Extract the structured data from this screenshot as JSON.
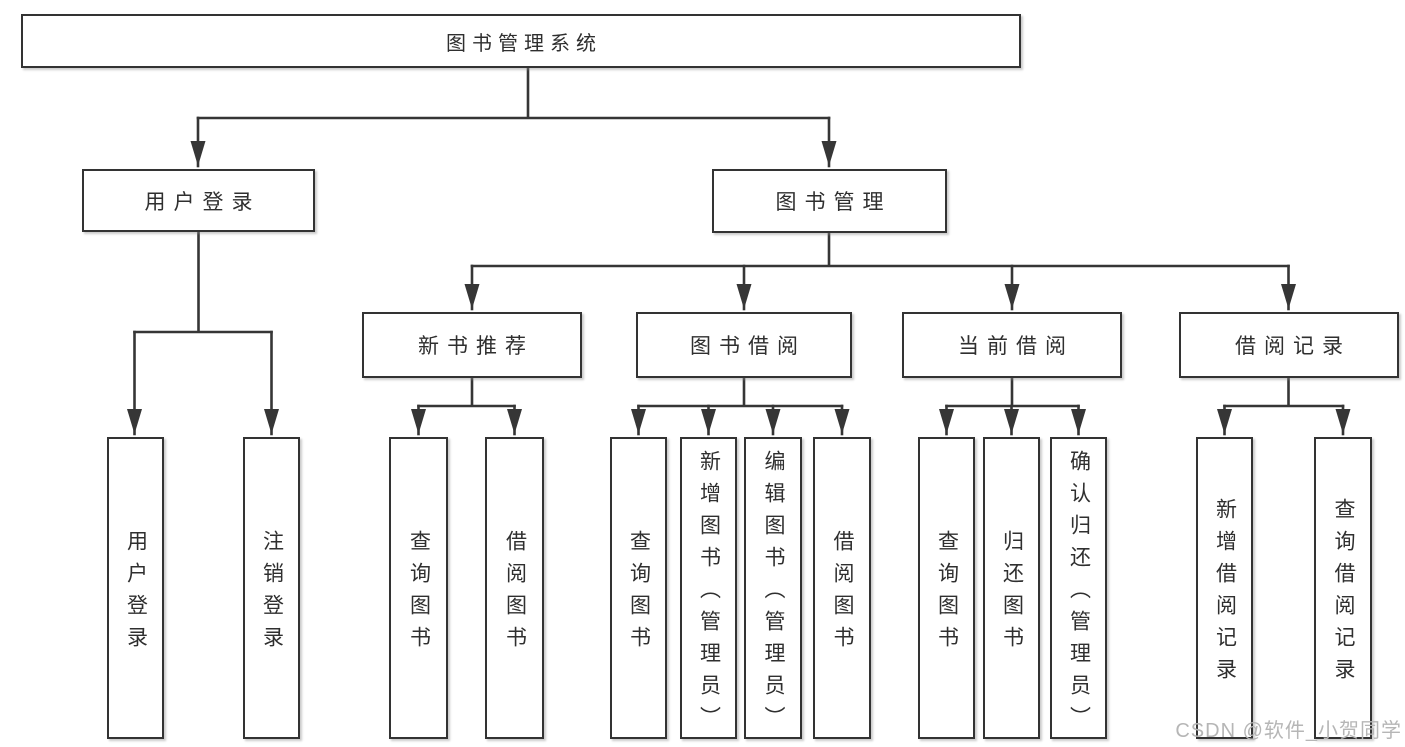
{
  "diagram": {
    "title_node": "图书管理系统",
    "root": {
      "label": "图书管理系统",
      "children": [
        {
          "label": "用户登录",
          "children": [
            {
              "label": "用户登录"
            },
            {
              "label": "注销登录"
            }
          ]
        },
        {
          "label": "图书管理",
          "children": [
            {
              "label": "新书推荐",
              "children": [
                {
                  "label": "查询图书"
                },
                {
                  "label": "借阅图书"
                }
              ]
            },
            {
              "label": "图书借阅",
              "children": [
                {
                  "label": "查询图书"
                },
                {
                  "label": "新增图书（管理员）"
                },
                {
                  "label": "编辑图书（管理员）"
                },
                {
                  "label": "借阅图书"
                }
              ]
            },
            {
              "label": "当前借阅",
              "children": [
                {
                  "label": "查询图书"
                },
                {
                  "label": "归还图书"
                },
                {
                  "label": "确认归还（管理员）"
                }
              ]
            },
            {
              "label": "借阅记录",
              "children": [
                {
                  "label": "新增借阅记录"
                },
                {
                  "label": "查询借阅记录"
                }
              ]
            }
          ]
        }
      ]
    }
  },
  "watermark": {
    "text": "CSDN @软件_小贺同学"
  },
  "colors": {
    "background": "#ffffff",
    "line": "#363636",
    "box_border": "#333333",
    "box_fill": "#ffffff",
    "text": "#2f2f2f",
    "watermark": "#b6b6b6"
  }
}
